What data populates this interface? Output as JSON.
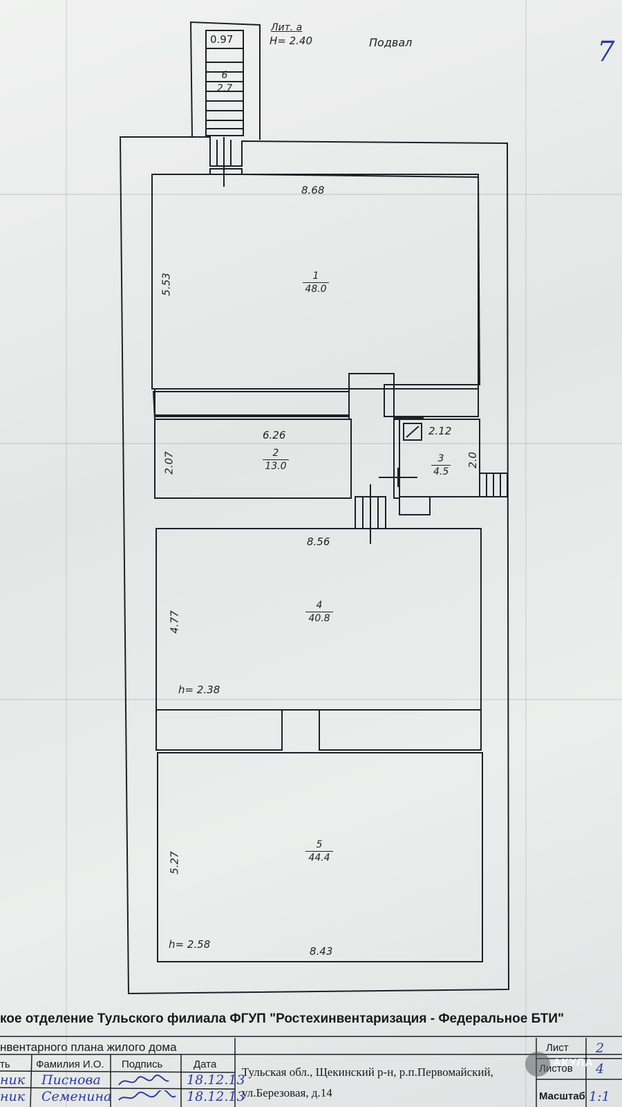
{
  "page": {
    "sheet_number_hand": "7",
    "litera": "Лит. а",
    "height_label": "H= 2.40",
    "level": "Подвал"
  },
  "stair": {
    "width_label": "0.97",
    "room_no": "6",
    "room_area": "2.7"
  },
  "rooms": [
    {
      "no": "1",
      "area": "48.0",
      "width": "8.68",
      "length": "5.53"
    },
    {
      "no": "2",
      "area": "13.0",
      "width": "6.26",
      "length": "2.07"
    },
    {
      "no": "3",
      "area": "4.5",
      "width": "2.12",
      "length": "2.0"
    },
    {
      "no": "4",
      "area": "40.8",
      "width": "8.56",
      "length": "4.77",
      "height": "h= 2.38"
    },
    {
      "no": "5",
      "area": "44.4",
      "width": "8.43",
      "length": "5.27",
      "height": "h= 2.58"
    }
  ],
  "footer": {
    "org": "кое отделение Тульского филиала ФГУП \"Ростехинвентаризация - Федеральное БТИ\"",
    "doc_title": "нвентарного плана жилого дома",
    "col_role": "ть",
    "col_name": "Фамилия И.О.",
    "col_sign": "Подпись",
    "col_date": "Дата",
    "row1_role": "ник",
    "row1_name": "Писнова",
    "row1_date": "18.12.13",
    "row2_role": "ник",
    "row2_name": "Семенина",
    "row2_date": "18.12.13",
    "address_line1": "Тульская обл., Щекинский р-н, р.п.Первомайский,",
    "address_line2": "ул.Березовая, д.14",
    "sheet_label": "Лист",
    "sheet_value": "2",
    "sheets_label": "Листов",
    "sheets_value": "4",
    "scale_label": "Масштаб",
    "scale_value": "1:1",
    "watermark": "АКУЛА"
  },
  "colors": {
    "line": "#1d2024",
    "paper": "#eceeed",
    "ink_blue": "#2b3aa8"
  }
}
